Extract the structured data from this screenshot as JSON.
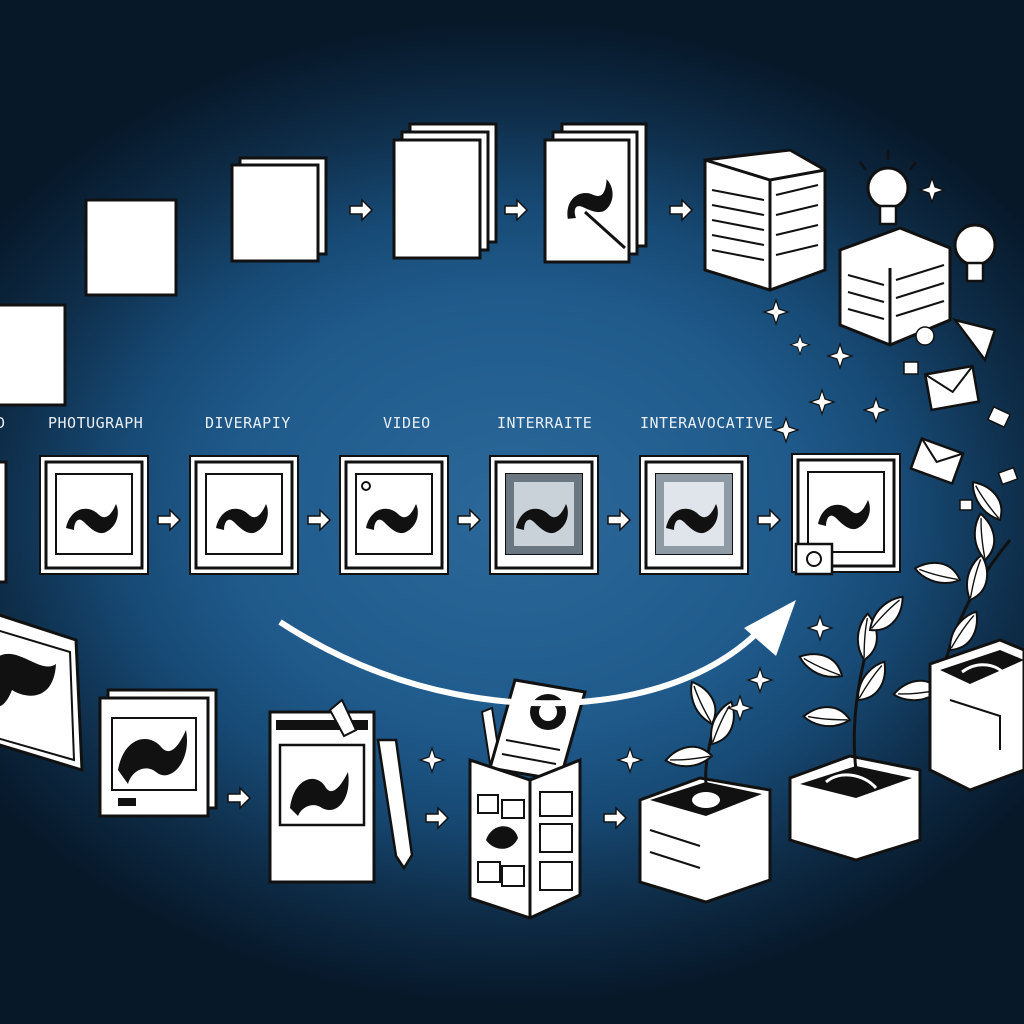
{
  "labels": {
    "row2": [
      "PHOTUGRAPH",
      "DIVERAPIY",
      "VIDEO",
      "INTERRAITE",
      "INTERAVOCATIVE"
    ],
    "left_fragment": "D"
  },
  "colors": {
    "background": "#1f5a8b",
    "vignette": "#071829",
    "ink": "#111111",
    "paper": "#ffffff",
    "accent_dark": "#0f3b3a"
  },
  "icons": [
    "blank-page-icon",
    "page-stack-icon",
    "swirl-logo-icon",
    "newspaper-box-icon",
    "lightbulb-icon",
    "sparkle-icon",
    "arrow-right-icon",
    "framed-logo-icon",
    "pencil-icon",
    "plant-icon",
    "envelope-icon",
    "leaf-icon",
    "curved-arrow-icon"
  ]
}
